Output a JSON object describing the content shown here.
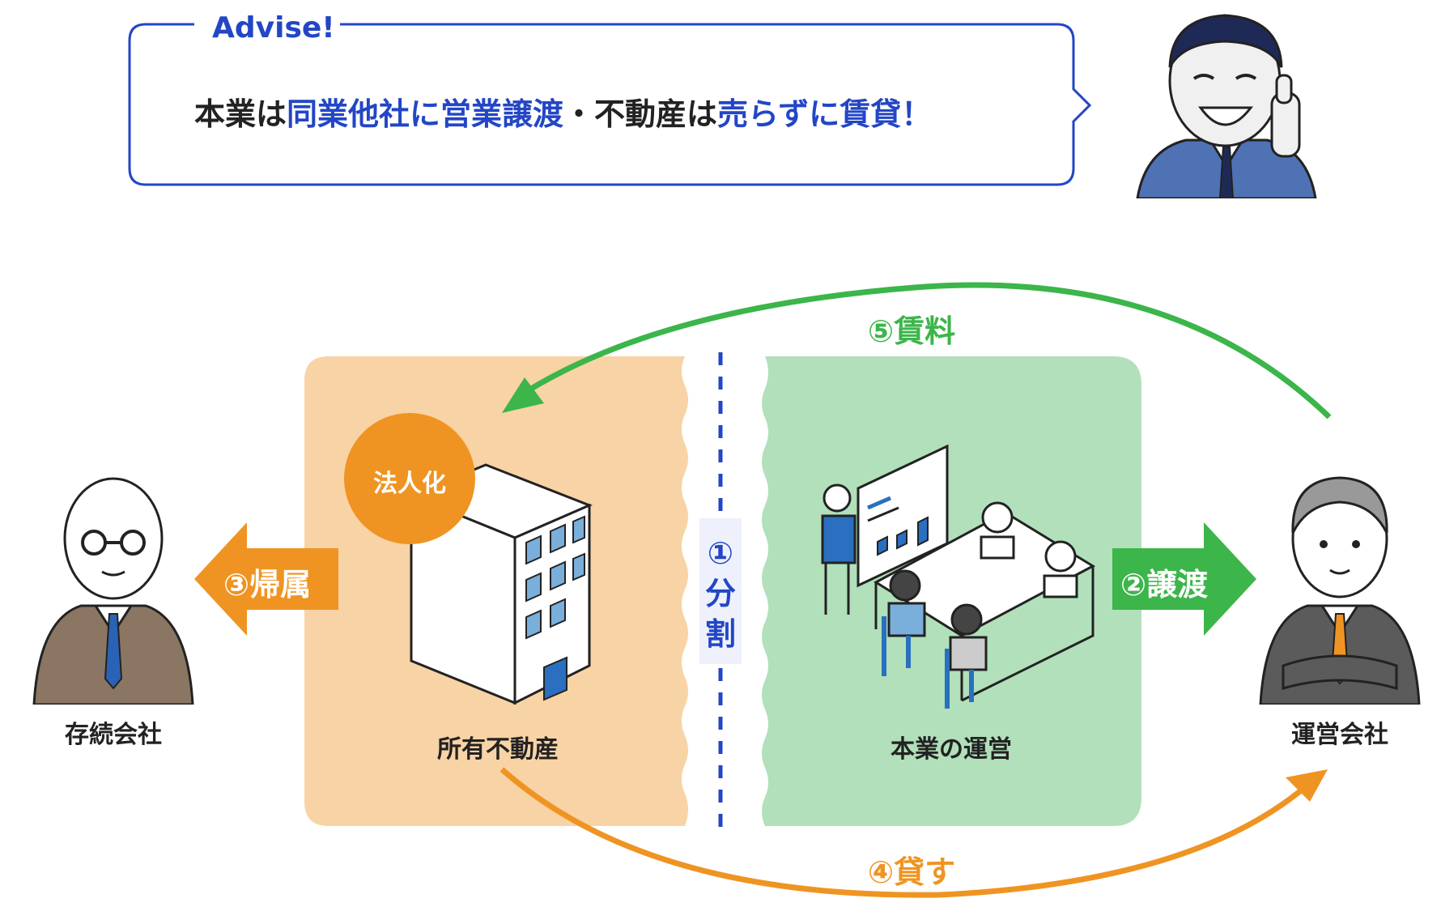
{
  "advice": {
    "title": "Advise!",
    "segments": [
      {
        "text": "本業は",
        "highlight": false
      },
      {
        "text": "同業他社に営業譲渡",
        "highlight": true
      },
      {
        "text": "・不動産は",
        "highlight": false
      },
      {
        "text": "売らずに賃貸！",
        "highlight": true
      }
    ]
  },
  "diagram": {
    "left_person": "存続会社",
    "right_person": "運営会社",
    "property_label": "所有不動産",
    "business_label": "本業の運営",
    "incorporation_badge": "法人化",
    "split": {
      "num": "①",
      "text": "分割"
    },
    "steps": {
      "transfer": "②譲渡",
      "belong": "③帰属",
      "lend": "④貸す",
      "rent": "⑤賃料"
    }
  },
  "colors": {
    "blue": "#2346c6",
    "orange": "#ef9422",
    "green": "#3cb54a",
    "peach_panel": "#f8d3a5",
    "mint_panel": "#b1e0bb"
  },
  "icons": {
    "advisor": "advisor-thumbs-up-icon",
    "elder": "elder-businessman-icon",
    "operator": "businessman-arms-crossed-icon",
    "building": "office-building-icon",
    "meeting": "team-meeting-icon"
  }
}
